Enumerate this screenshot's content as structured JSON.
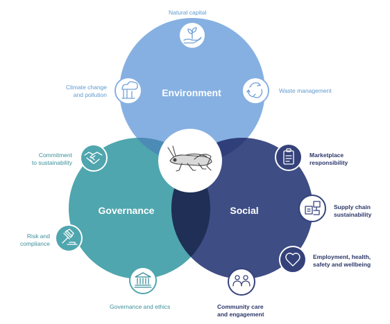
{
  "circles": {
    "environment": {
      "title": "Environment",
      "color": "#6f9fd8"
    },
    "governance": {
      "title": "Governance",
      "color": "#4aa2aa"
    },
    "social": {
      "title": "Social",
      "color": "#35427a"
    }
  },
  "center": {
    "icon": "grasshopper-icon"
  },
  "topics": {
    "natural_capital": {
      "label": "Natural capital",
      "icon": "sprout-hand-icon"
    },
    "climate": {
      "label": "Climate change\nand pollution",
      "icon": "factory-cloud-icon"
    },
    "waste": {
      "label": "Waste management",
      "icon": "recycle-icon"
    },
    "commitment": {
      "label": "Commitment\nto sustainability",
      "icon": "handshake-icon"
    },
    "risk": {
      "label": "Risk and\ncompliance",
      "icon": "gavel-icon"
    },
    "ethics": {
      "label": "Governance and ethics",
      "icon": "institution-icon"
    },
    "marketplace": {
      "label": "Marketplace\nresponsibility",
      "icon": "clipboard-icon"
    },
    "supply_chain": {
      "label": "Supply chain\nsustainability",
      "icon": "supply-chain-icon"
    },
    "employment": {
      "label": "Employment, health,\nsafety and wellbeing",
      "icon": "heart-icon"
    },
    "community": {
      "label": "Community care\nand engagement",
      "icon": "people-icon"
    }
  }
}
